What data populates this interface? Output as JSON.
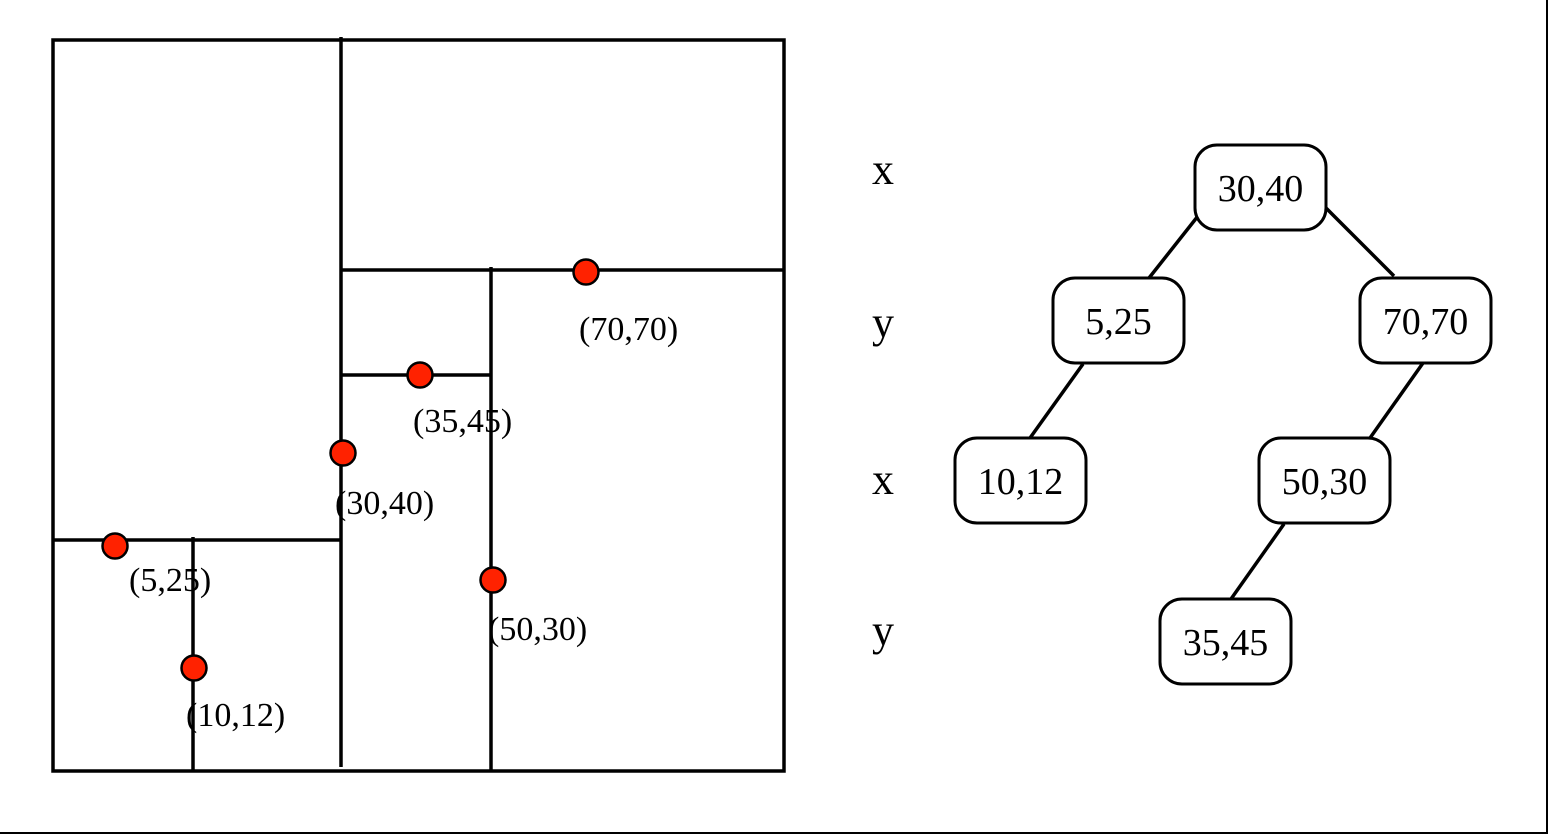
{
  "plane": {
    "points": [
      {
        "id": "30-40",
        "label": "(30,40)"
      },
      {
        "id": "5-25",
        "label": "(5,25)"
      },
      {
        "id": "10-12",
        "label": "(10,12)"
      },
      {
        "id": "70-70",
        "label": "(70,70)"
      },
      {
        "id": "35-45",
        "label": "(35,45)"
      },
      {
        "id": "50-30",
        "label": "(50,30)"
      }
    ]
  },
  "tree": {
    "levels": [
      "x",
      "y",
      "x",
      "y"
    ],
    "nodes": [
      {
        "id": "30-40",
        "label": "30,40"
      },
      {
        "id": "5-25",
        "label": "5,25"
      },
      {
        "id": "70-70",
        "label": "70,70"
      },
      {
        "id": "10-12",
        "label": "10,12"
      },
      {
        "id": "50-30",
        "label": "50,30"
      },
      {
        "id": "35-45",
        "label": "35,45"
      }
    ],
    "edges": [
      [
        "30-40",
        "5-25"
      ],
      [
        "30-40",
        "70-70"
      ],
      [
        "5-25",
        "10-12"
      ],
      [
        "70-70",
        "50-30"
      ],
      [
        "50-30",
        "35-45"
      ]
    ]
  },
  "colors": {
    "point_fill": "#ff2200",
    "line": "#000000",
    "node_fill": "#ffffff"
  }
}
